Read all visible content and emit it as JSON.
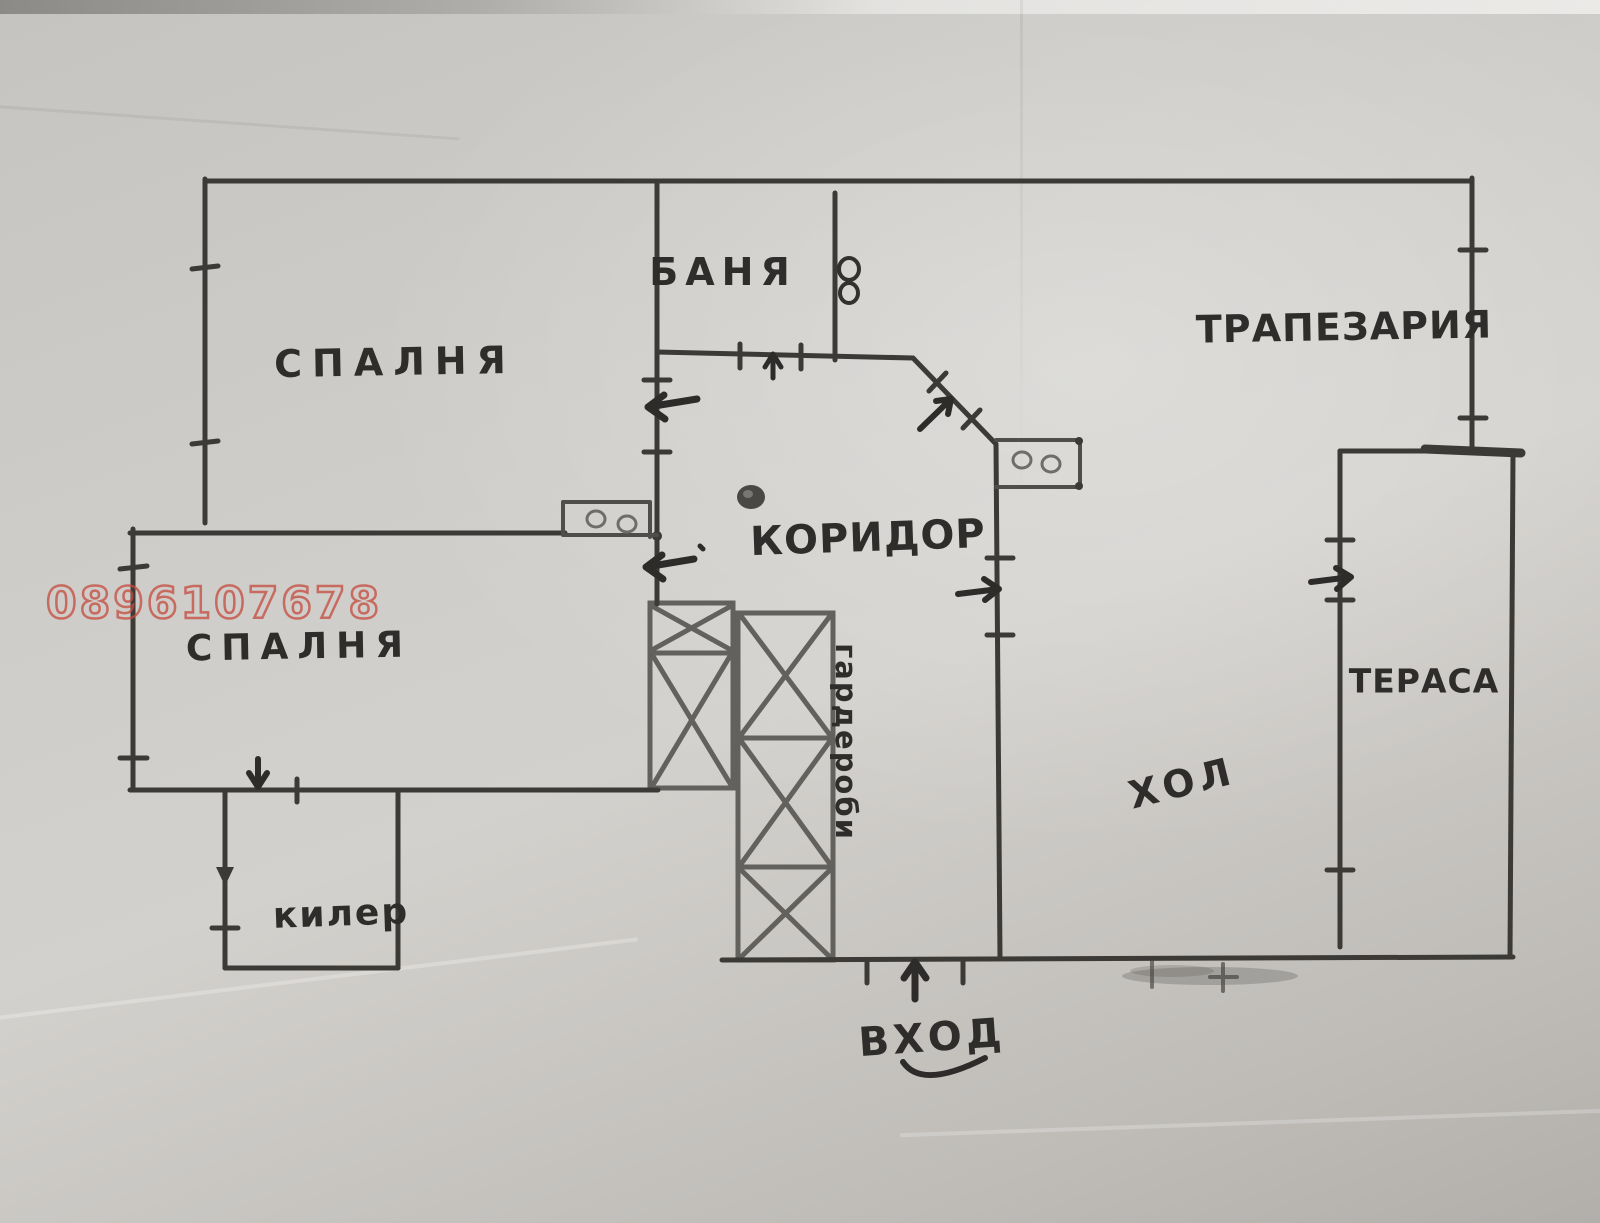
{
  "colors": {
    "ink": "#3c3a37",
    "pencil": "#686662",
    "paper": "#cccac6",
    "watermark_red": "#c44a3e"
  },
  "watermark": {
    "text": "0896107678"
  },
  "rooms": {
    "bedroom1": {
      "label": "СПАЛНЯ"
    },
    "bathroom": {
      "label": "БАНЯ"
    },
    "dining": {
      "label": "ТРАПЕЗАРИЯ"
    },
    "corridor": {
      "label": "КОРИДОР"
    },
    "bedroom2": {
      "label": "СПАЛНЯ"
    },
    "wardrobes": {
      "label": "гардероби"
    },
    "hall": {
      "label": "ХОЛ"
    },
    "terrace": {
      "label": "ТЕРАСА"
    },
    "pantry": {
      "label": "килер"
    },
    "entrance": {
      "label": "ВХОД"
    }
  }
}
